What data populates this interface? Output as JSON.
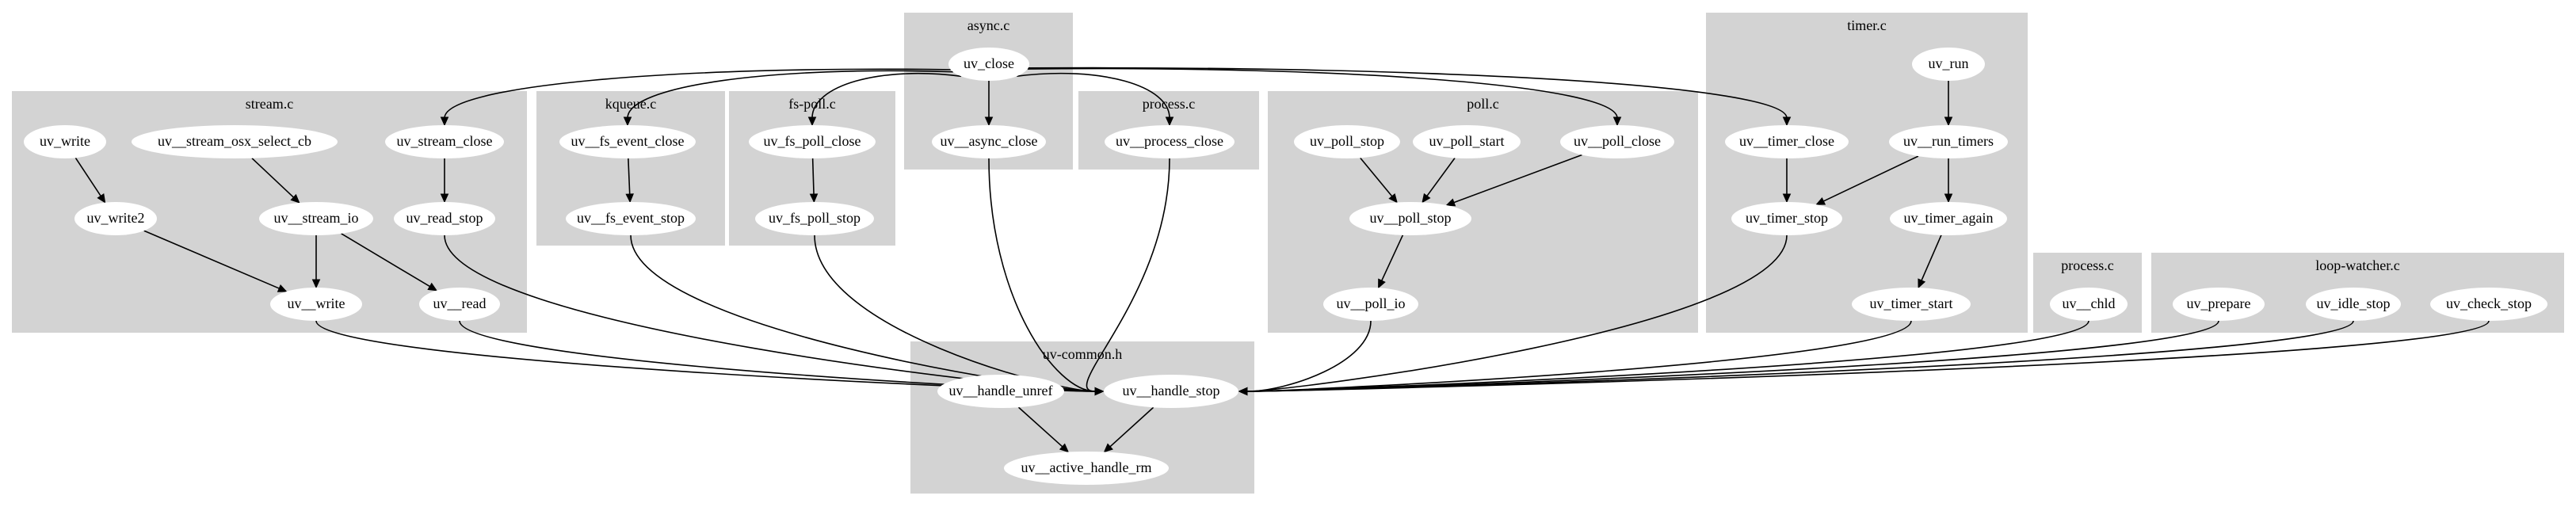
{
  "clusters": [
    {
      "id": "async",
      "label": "async.c"
    },
    {
      "id": "stream",
      "label": "stream.c"
    },
    {
      "id": "kqueue",
      "label": "kqueue.c"
    },
    {
      "id": "fspoll",
      "label": "fs-poll.c"
    },
    {
      "id": "process1",
      "label": "process.c"
    },
    {
      "id": "poll",
      "label": "poll.c"
    },
    {
      "id": "timer",
      "label": "timer.c"
    },
    {
      "id": "process2",
      "label": "process.c"
    },
    {
      "id": "loopwatcher",
      "label": "loop-watcher.c"
    },
    {
      "id": "uvcommon",
      "label": "uv-common.h"
    }
  ],
  "nodes": [
    {
      "id": "uv_close",
      "label": "uv_close"
    },
    {
      "id": "uv__async_close",
      "label": "uv__async_close"
    },
    {
      "id": "uv_write",
      "label": "uv_write"
    },
    {
      "id": "uv__stream_osx_select_cb",
      "label": "uv__stream_osx_select_cb"
    },
    {
      "id": "uv_stream_close",
      "label": "uv_stream_close"
    },
    {
      "id": "uv_write2",
      "label": "uv_write2"
    },
    {
      "id": "uv__stream_io",
      "label": "uv__stream_io"
    },
    {
      "id": "uv_read_stop",
      "label": "uv_read_stop"
    },
    {
      "id": "uv__write",
      "label": "uv__write"
    },
    {
      "id": "uv__read",
      "label": "uv__read"
    },
    {
      "id": "uv__fs_event_close",
      "label": "uv__fs_event_close"
    },
    {
      "id": "uv__fs_event_stop",
      "label": "uv__fs_event_stop"
    },
    {
      "id": "uv_fs_poll_close",
      "label": "uv_fs_poll_close"
    },
    {
      "id": "uv_fs_poll_stop",
      "label": "uv_fs_poll_stop"
    },
    {
      "id": "uv__process_close",
      "label": "uv__process_close"
    },
    {
      "id": "uv_poll_stop_a",
      "label": "uv_poll_stop"
    },
    {
      "id": "uv_poll_start",
      "label": "uv_poll_start"
    },
    {
      "id": "uv__poll_close",
      "label": "uv__poll_close"
    },
    {
      "id": "uv__poll_stop",
      "label": "uv__poll_stop"
    },
    {
      "id": "uv__poll_io",
      "label": "uv__poll_io"
    },
    {
      "id": "uv_run",
      "label": "uv_run"
    },
    {
      "id": "uv__timer_close",
      "label": "uv__timer_close"
    },
    {
      "id": "uv__run_timers",
      "label": "uv__run_timers"
    },
    {
      "id": "uv_timer_stop",
      "label": "uv_timer_stop"
    },
    {
      "id": "uv_timer_again",
      "label": "uv_timer_again"
    },
    {
      "id": "uv_timer_start",
      "label": "uv_timer_start"
    },
    {
      "id": "uv__chld",
      "label": "uv__chld"
    },
    {
      "id": "uv_prepare",
      "label": "uv_prepare"
    },
    {
      "id": "uv_idle_stop",
      "label": "uv_idle_stop"
    },
    {
      "id": "uv_check_stop",
      "label": "uv_check_stop"
    },
    {
      "id": "uv__handle_unref",
      "label": "uv__handle_unref"
    },
    {
      "id": "uv__handle_stop",
      "label": "uv__handle_stop"
    },
    {
      "id": "uv__active_handle_rm",
      "label": "uv__active_handle_rm"
    }
  ],
  "edges": [
    [
      "uv_close",
      "uv__async_close"
    ],
    [
      "uv_close",
      "uv_stream_close"
    ],
    [
      "uv_close",
      "uv__fs_event_close"
    ],
    [
      "uv_close",
      "uv_fs_poll_close"
    ],
    [
      "uv_close",
      "uv__process_close"
    ],
    [
      "uv_close",
      "uv__poll_close"
    ],
    [
      "uv_close",
      "uv__timer_close"
    ],
    [
      "uv_write",
      "uv_write2"
    ],
    [
      "uv__stream_osx_select_cb",
      "uv__stream_io"
    ],
    [
      "uv_stream_close",
      "uv_read_stop"
    ],
    [
      "uv_write2",
      "uv__write"
    ],
    [
      "uv__stream_io",
      "uv__write"
    ],
    [
      "uv__stream_io",
      "uv__read"
    ],
    [
      "uv__fs_event_close",
      "uv__fs_event_stop"
    ],
    [
      "uv_fs_poll_close",
      "uv_fs_poll_stop"
    ],
    [
      "uv_poll_stop_a",
      "uv__poll_stop"
    ],
    [
      "uv_poll_start",
      "uv__poll_stop"
    ],
    [
      "uv__poll_close",
      "uv__poll_stop"
    ],
    [
      "uv__poll_stop",
      "uv__poll_io"
    ],
    [
      "uv_run",
      "uv__run_timers"
    ],
    [
      "uv__timer_close",
      "uv_timer_stop"
    ],
    [
      "uv__run_timers",
      "uv_timer_stop"
    ],
    [
      "uv__run_timers",
      "uv_timer_again"
    ],
    [
      "uv_timer_again",
      "uv_timer_start"
    ],
    [
      "uv__handle_unref",
      "uv__active_handle_rm"
    ],
    [
      "uv__handle_stop",
      "uv__active_handle_rm"
    ],
    [
      "uv__write",
      "uv__handle_stop"
    ],
    [
      "uv__read",
      "uv__handle_stop"
    ],
    [
      "uv_read_stop",
      "uv__handle_stop"
    ],
    [
      "uv__fs_event_stop",
      "uv__handle_stop"
    ],
    [
      "uv_fs_poll_stop",
      "uv__handle_stop"
    ],
    [
      "uv__async_close",
      "uv__handle_stop"
    ],
    [
      "uv__process_close",
      "uv__handle_stop"
    ],
    [
      "uv__poll_io",
      "uv__handle_stop"
    ],
    [
      "uv_timer_stop",
      "uv__handle_stop"
    ],
    [
      "uv_timer_start",
      "uv__handle_stop"
    ],
    [
      "uv__chld",
      "uv__handle_stop"
    ],
    [
      "uv_prepare",
      "uv__handle_stop"
    ],
    [
      "uv_idle_stop",
      "uv__handle_stop"
    ],
    [
      "uv_check_stop",
      "uv__handle_stop"
    ]
  ]
}
